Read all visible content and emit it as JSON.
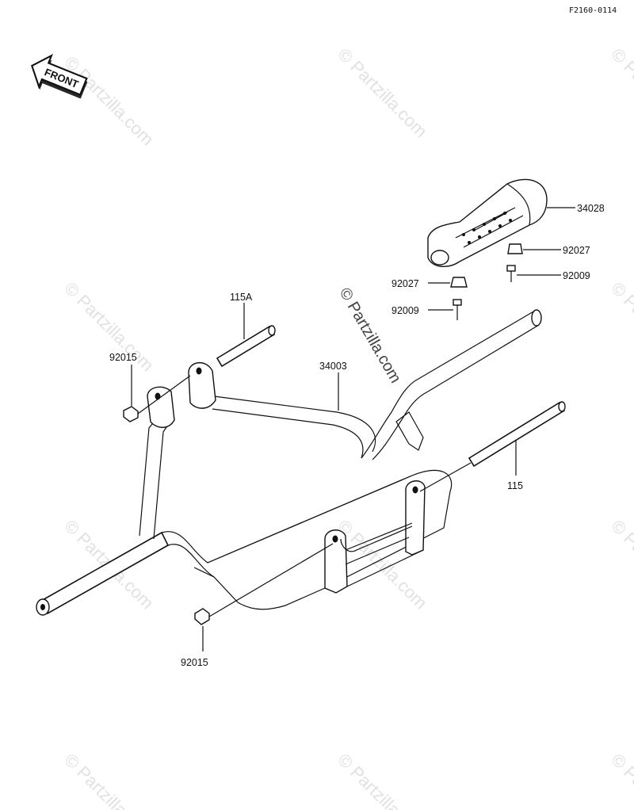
{
  "diagram": {
    "drawing_code": "F2160-0114",
    "direction_marker": "FRONT",
    "watermark": "© Partzilla.com",
    "callouts": [
      {
        "id": "c-34028",
        "label": "34028"
      },
      {
        "id": "c-92027-right",
        "label": "92027"
      },
      {
        "id": "c-92009-right",
        "label": "92009"
      },
      {
        "id": "c-92027-left",
        "label": "92027"
      },
      {
        "id": "c-92009-left",
        "label": "92009"
      },
      {
        "id": "c-115a",
        "label": "115A"
      },
      {
        "id": "c-92015-top",
        "label": "92015"
      },
      {
        "id": "c-34003",
        "label": "34003"
      },
      {
        "id": "c-115",
        "label": "115"
      },
      {
        "id": "c-92015-bottom",
        "label": "92015"
      }
    ]
  }
}
